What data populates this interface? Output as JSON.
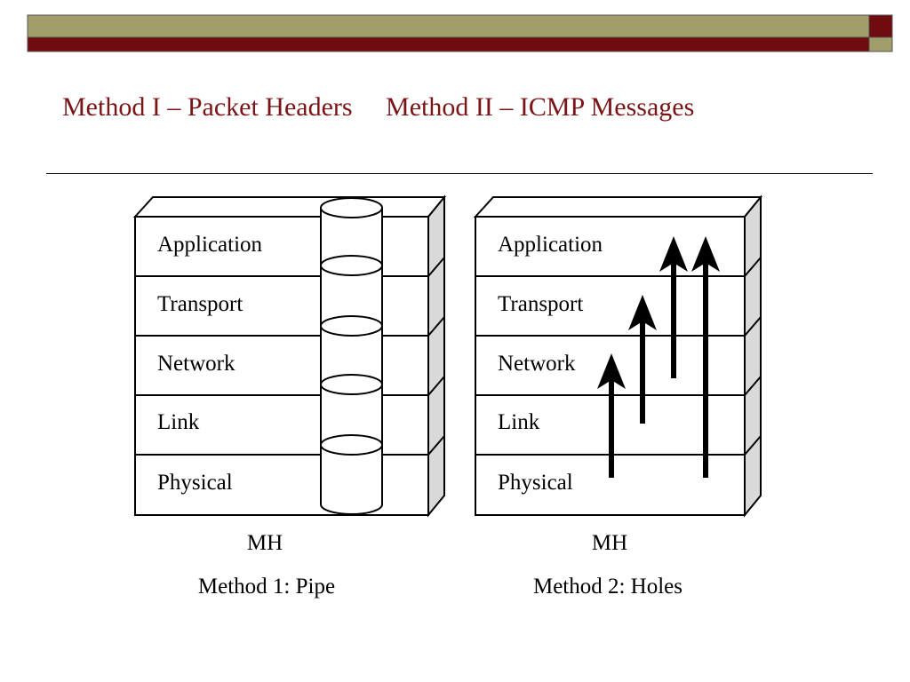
{
  "slide": {
    "title": "Method I – Packet Headers     Method II – ICMP Messages"
  },
  "theme": {
    "bar_olive": "#a19e6b",
    "bar_maroon": "#6f0c0f",
    "title_color": "#7a1416"
  },
  "diagram": {
    "left": {
      "layers": [
        "Application",
        "Transport",
        "Network",
        "Link",
        "Physical"
      ],
      "node": "MH",
      "caption": "Method 1: Pipe"
    },
    "right": {
      "layers": [
        "Application",
        "Transport",
        "Network",
        "Link",
        "Physical"
      ],
      "node": "MH",
      "caption": "Method 2: Holes"
    }
  }
}
